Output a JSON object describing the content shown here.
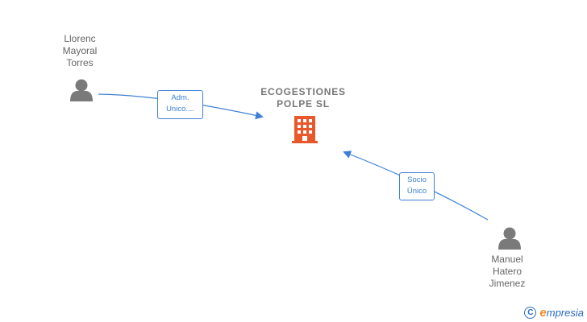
{
  "company": {
    "name_line1": "ECOGESTIONES",
    "name_line2": "POLPE SL",
    "icon": "building-icon",
    "color": "#e8582a"
  },
  "persons": [
    {
      "line1": "Llorenc",
      "line2": "Mayoral",
      "line3": "Torres",
      "icon": "person-icon"
    },
    {
      "line1": "Manuel",
      "line2": "Hatero",
      "line3": "Jimenez",
      "icon": "person-icon"
    }
  ],
  "relations": [
    {
      "line1": "Adm.",
      "line2": "Unico...."
    },
    {
      "line1": "Socio",
      "line2": "Único"
    }
  ],
  "footer": {
    "copyright_symbol": "C",
    "brand_first": "e",
    "brand_rest": "mpresia"
  },
  "colors": {
    "edge": "#3c80d4",
    "person": "#7a7a7a",
    "company": "#e8582a"
  }
}
